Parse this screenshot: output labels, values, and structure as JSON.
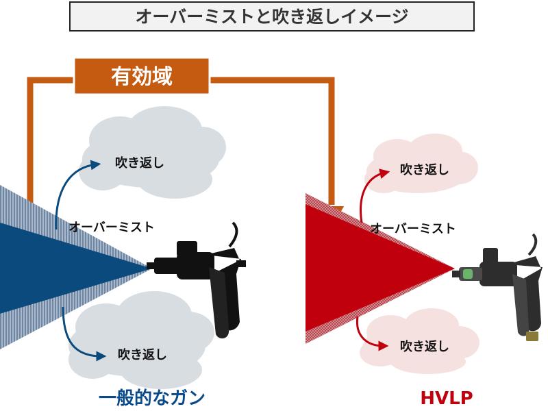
{
  "title": "オーバーミストと吹き返しイメージ",
  "effective_zone_label": "有効域",
  "left": {
    "gun_label": "一般的なガン",
    "overmist_label": "オーバーミスト",
    "bounce_top_label": "吹き返し",
    "bounce_bottom_label": "吹き返し"
  },
  "right": {
    "gun_label": "HVLP",
    "overmist_label": "オーバーミスト",
    "bounce_top_label": "吹き返し",
    "bounce_bottom_label": "吹き返し"
  },
  "colors": {
    "orange": "#c55a11",
    "navy": "#0b4a7d",
    "crimson": "#c0000c",
    "cloud_gray": "#d8dde2",
    "cloud_pink": "#f6e1e1",
    "blue_text": "#0b4a8a",
    "red_text": "#c0000c"
  }
}
